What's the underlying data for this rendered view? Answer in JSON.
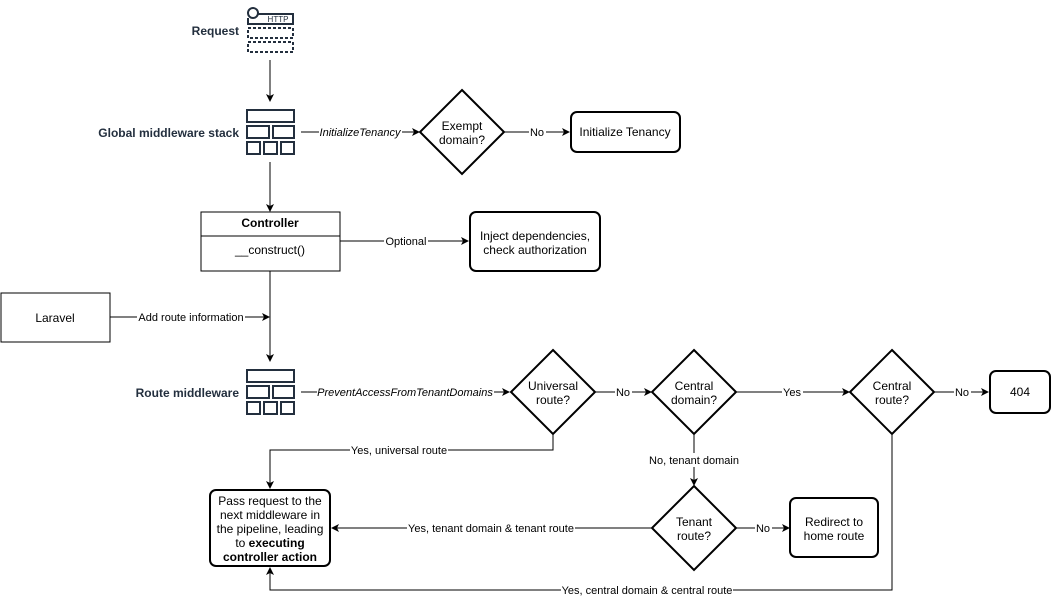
{
  "nodes": {
    "request": "Request",
    "http": "HTTP",
    "global_middleware": "Global middleware stack",
    "exempt_1": "Exempt",
    "exempt_2": "domain?",
    "initialize_tenancy": "Initialize Tenancy",
    "controller_title": "Controller",
    "controller_method": "__construct()",
    "inject_1": "Inject dependencies,",
    "inject_2": "check authorization",
    "laravel": "Laravel",
    "route_middleware": "Route middleware",
    "universal_1": "Universal",
    "universal_2": "route?",
    "central_domain_1": "Central",
    "central_domain_2": "domain?",
    "central_route_1": "Central",
    "central_route_2": "route?",
    "not_found": "404",
    "tenant_route_1": "Tenant",
    "tenant_route_2": "route?",
    "redirect_1": "Redirect to",
    "redirect_2": "home route",
    "pass_1": "Pass request to the",
    "pass_2": "next middleware in",
    "pass_3": "the pipeline, leading",
    "pass_4a": "to ",
    "pass_4b": "executing",
    "pass_5": "controller action"
  },
  "edges": {
    "initialize_tenancy": "InitializeTenancy",
    "exempt_no": "No",
    "optional": "Optional",
    "add_route_info": "Add route information",
    "prevent_access": "PreventAccessFromTenantDomains",
    "universal_no": "No",
    "central_domain_yes": "Yes",
    "central_route_no": "No",
    "yes_universal": "Yes, universal route",
    "no_tenant_domain": "No, tenant domain",
    "yes_tenant": "Yes, tenant domain & tenant route",
    "tenant_route_no": "No",
    "yes_central": "Yes, central domain & central route"
  }
}
